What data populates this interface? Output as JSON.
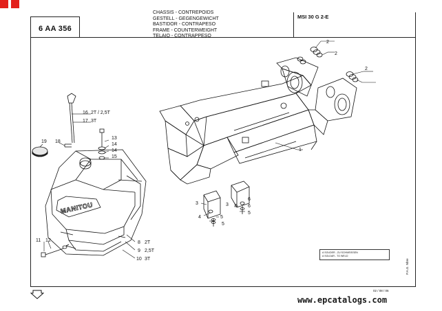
{
  "header": {
    "ref": "6 AA 356",
    "titles": [
      "CHASSIS - CONTREPOIDS",
      "GESTELL - GEGENGEWICHT",
      "BASTIDOR - CONTRAPESO",
      "FRAME - COUNTERWEIGHT",
      "TELAIO - CONTRAPPESO"
    ],
    "model": "MSI 30 G 2-E"
  },
  "callouts": {
    "c1": "1",
    "c2a": "2",
    "c2b": "2",
    "c2c": "2",
    "c3a": "3",
    "c3b": "3",
    "c4": "4",
    "c5a": "5",
    "c5b": "5",
    "c6a": "6",
    "c6b": "6",
    "c7": "7",
    "c8": "8",
    "c8t": "2T",
    "c9": "9",
    "c9t": "2,5T",
    "c10": "10",
    "c10t": "3T",
    "c11": "11",
    "c12": "12",
    "c13": "13",
    "c14a": "14",
    "c14b": "14",
    "c15": "15",
    "c16": "16",
    "c16t": "2T / 2,5T",
    "c17": "17",
    "c17t": "3T",
    "c18": "18",
    "c19": "19"
  },
  "brand_logo": "MANITOU",
  "legend": {
    "line1": "A SOUDER - ZU SCHWEISSEN",
    "line2": "A SOLDAR - TO WELD"
  },
  "footer": {
    "date": "02 / 08 / 06",
    "side_code": "P.A.G. Nbre",
    "url": "www.epcatalogs.com"
  }
}
